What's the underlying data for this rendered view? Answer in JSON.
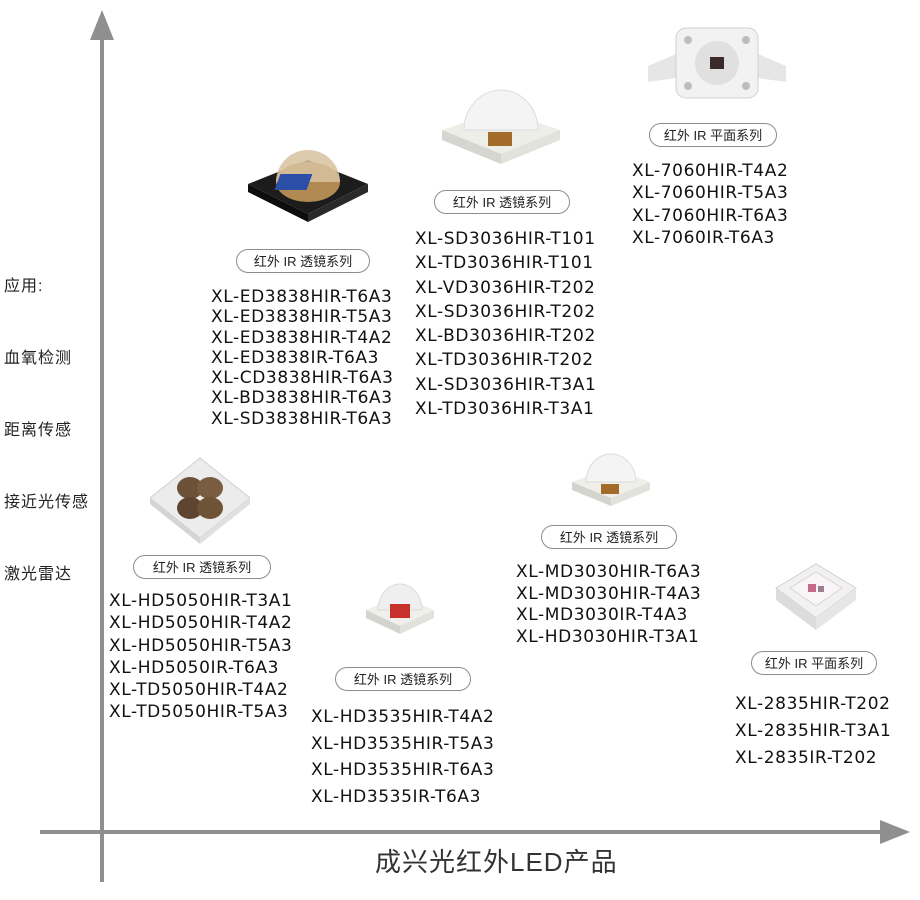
{
  "axis": {
    "y_title": "应用:",
    "x_title": "成兴光红外LED产品",
    "applications": [
      "血氧检测",
      "距离传感",
      "接近光传感",
      "激光雷达"
    ]
  },
  "colors": {
    "axis": "#8f8f8f",
    "badge_border": "#8d8d8d",
    "text": "#111111"
  },
  "groups": [
    {
      "id": "3838",
      "icon": "dome-lens-led-black-icon",
      "series": "红外 IR 透镜系列",
      "models": [
        "XL-ED3838HIR-T6A3",
        "XL-ED3838HIR-T5A3",
        "XL-ED3838HIR-T4A2",
        "XL-ED3838IR-T6A3",
        "XL-CD3838HIR-T6A3",
        "XL-BD3838HIR-T6A3",
        "XL-SD3838HIR-T6A3"
      ]
    },
    {
      "id": "3036",
      "icon": "dome-lens-led-white-icon",
      "series": "红外 IR 透镜系列",
      "models": [
        "XL-SD3036HIR-T101",
        "XL-TD3036HIR-T101",
        "XL-VD3036HIR-T202",
        "XL-SD3036HIR-T202",
        "XL-BD3036HIR-T202",
        "XL-TD3036HIR-T202",
        "XL-SD3036HIR-T3A1",
        "XL-TD3036HIR-T3A1"
      ]
    },
    {
      "id": "7060",
      "icon": "flat-smd-led-7060-icon",
      "series": "红外 IR 平面系列",
      "models": [
        "XL-7060HIR-T4A2",
        "XL-7060HIR-T5A3",
        "XL-7060HIR-T6A3",
        "XL-7060IR-T6A3"
      ]
    },
    {
      "id": "5050",
      "icon": "quad-lens-led-5050-icon",
      "series": "红外 IR 透镜系列",
      "models": [
        "XL-HD5050HIR-T3A1",
        "XL-HD5050HIR-T4A2",
        "XL-HD5050HIR-T5A3",
        "XL-HD5050IR-T6A3",
        "XL-TD5050HIR-T4A2",
        "XL-TD5050HIR-T5A3"
      ]
    },
    {
      "id": "3535",
      "icon": "dome-lens-led-red-icon",
      "series": "红外 IR 透镜系列",
      "models": [
        "XL-HD3535HIR-T4A2",
        "XL-HD3535HIR-T5A3",
        "XL-HD3535HIR-T6A3",
        "XL-HD3535IR-T6A3"
      ]
    },
    {
      "id": "3030",
      "icon": "dome-lens-led-white-small-icon",
      "series": "红外 IR 透镜系列",
      "models": [
        "XL-MD3030HIR-T6A3",
        "XL-MD3030HIR-T4A3",
        "XL-MD3030IR-T4A3",
        "XL-HD3030HIR-T3A1"
      ]
    },
    {
      "id": "2835",
      "icon": "flat-smd-led-2835-icon",
      "series": "红外 IR 平面系列",
      "models": [
        "XL-2835HIR-T202",
        "XL-2835HIR-T3A1",
        "XL-2835IR-T202"
      ]
    }
  ]
}
